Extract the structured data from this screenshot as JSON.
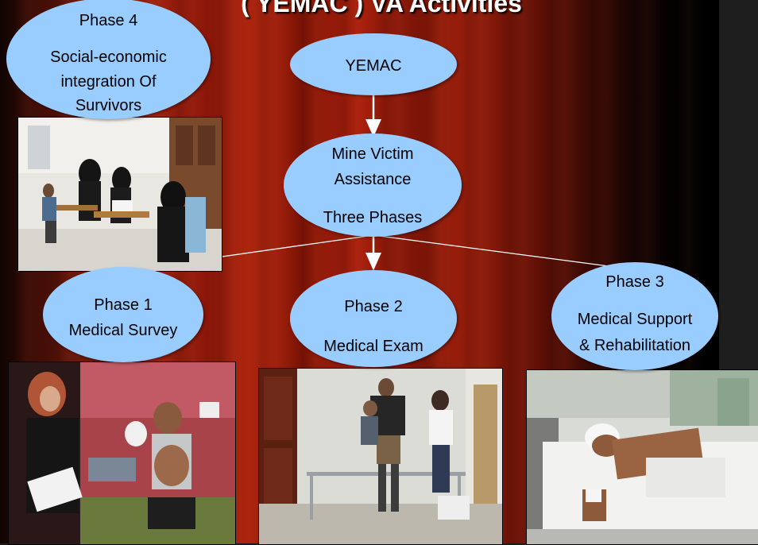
{
  "slide": {
    "title": "( YEMAC ) VA Activities"
  },
  "nodes": {
    "phase4": {
      "line1": "Phase 4",
      "line2": "Social-economic",
      "line3": "integration Of",
      "line4": "Survivors"
    },
    "yemac": {
      "label": "YEMAC"
    },
    "mva": {
      "line1": "Mine Victim",
      "line2": "Assistance",
      "line3": "Three Phases"
    },
    "phase1": {
      "line1": "Phase 1",
      "line2": "Medical Survey"
    },
    "phase2": {
      "line1": "Phase 2",
      "line2": "Medical Exam"
    },
    "phase3": {
      "line1": "Phase 3",
      "line2": "Medical Support",
      "line3": "& Rehabilitation"
    }
  },
  "colors": {
    "node_fill": "#99ccff",
    "connector": "#ffffff",
    "background_red": "#a0210f"
  }
}
